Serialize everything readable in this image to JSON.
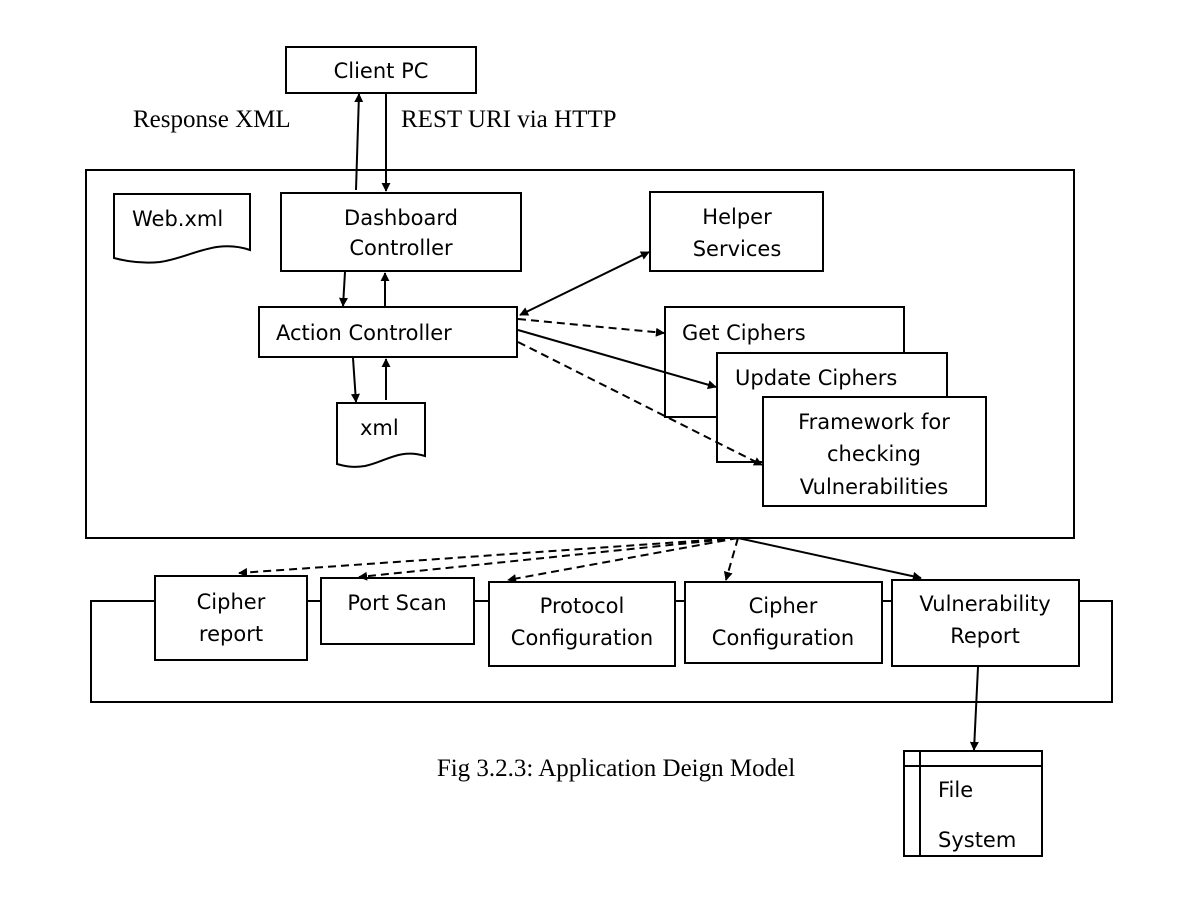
{
  "labels": {
    "client_pc": "Client PC",
    "response_xml": "Response XML",
    "rest_uri": "REST URI via HTTP",
    "web_xml": "Web.xml",
    "dashboard_controller": [
      "Dashboard",
      "Controller"
    ],
    "helper_services": [
      "Helper",
      "Services"
    ],
    "action_controller": "Action Controller",
    "xml": "xml",
    "get_ciphers": "Get Ciphers",
    "update_ciphers": "Update Ciphers",
    "framework": [
      "Framework for",
      "checking",
      "Vulnerabilities"
    ],
    "cipher_report": [
      "Cipher",
      "report"
    ],
    "port_scan": "Port Scan",
    "protocol_configuration": [
      "Protocol",
      "Configuration"
    ],
    "cipher_configuration": [
      "Cipher",
      "Configuration"
    ],
    "vulnerability_report": [
      "Vulnerability",
      "Report"
    ],
    "file_system": [
      "File",
      "System"
    ],
    "caption": "Fig 3.2.3: Application Deign Model"
  }
}
